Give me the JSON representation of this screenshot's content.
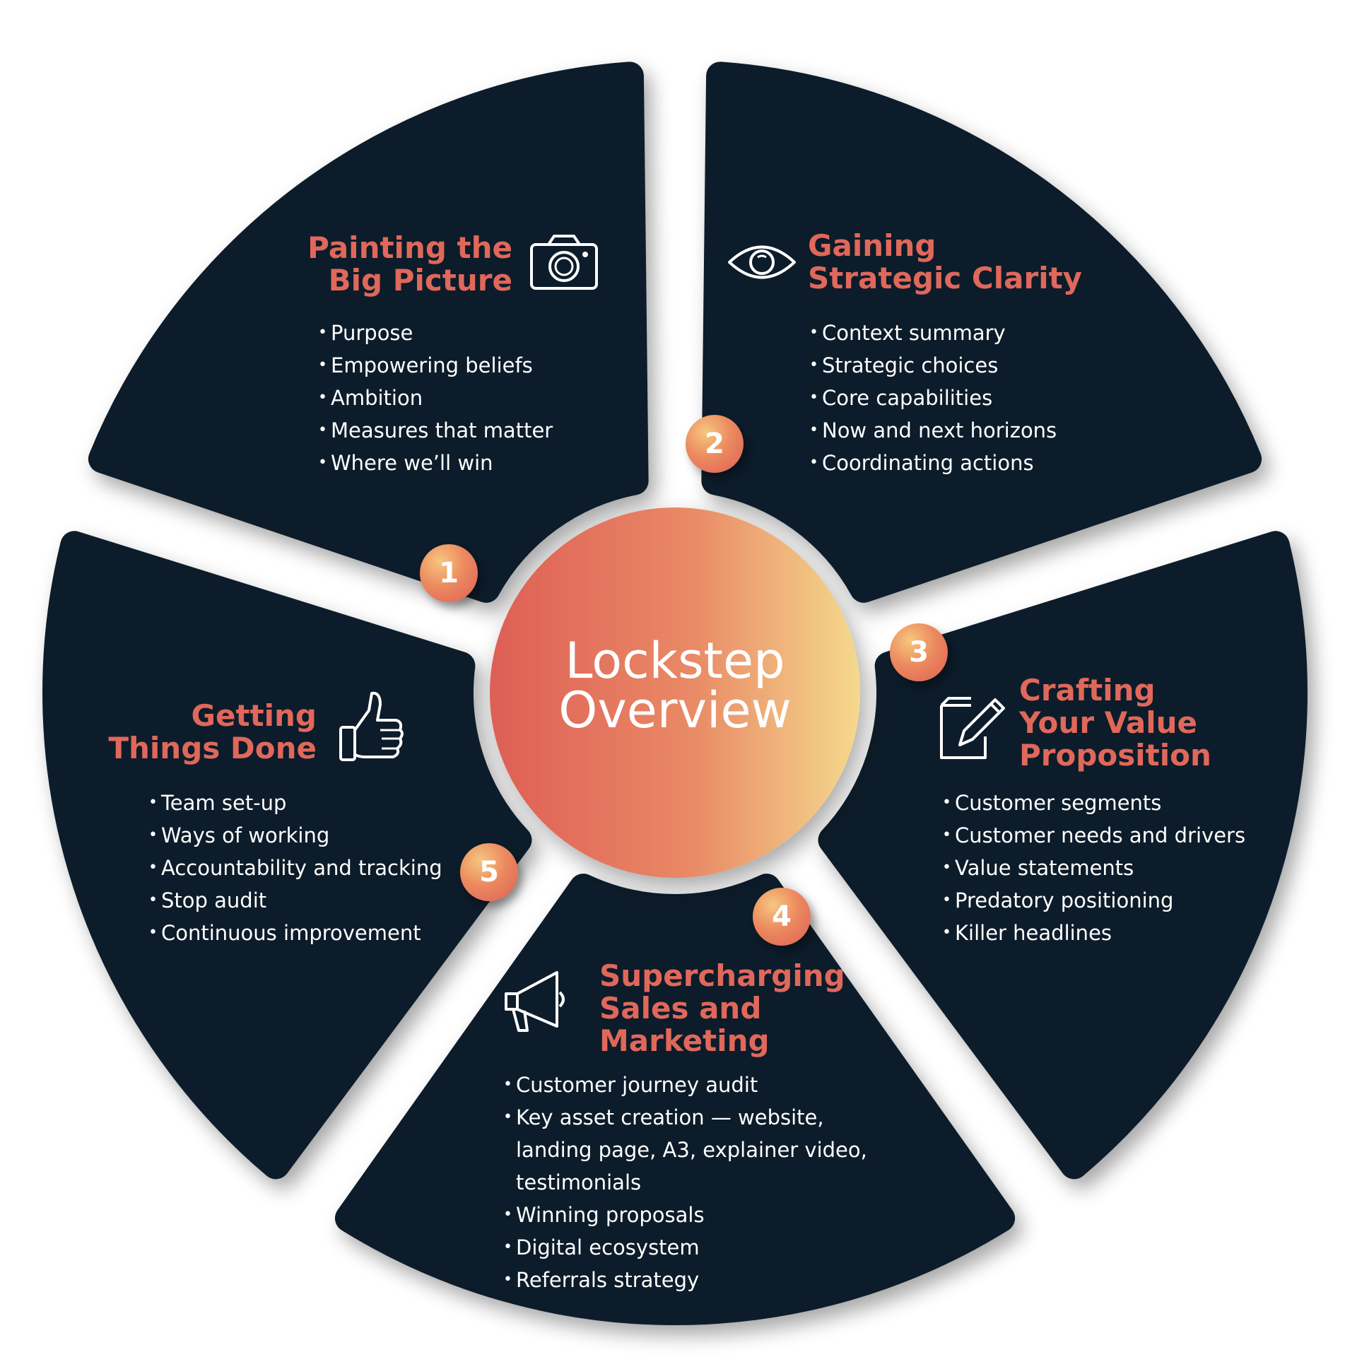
{
  "center": {
    "line1": "Lockstep",
    "line2": "Overview"
  },
  "colors": {
    "panel": "#0b1f2c",
    "accent": "#e0685b",
    "gradient_start": "#de5e55",
    "gradient_end": "#f5d98d",
    "text": "#ffffff"
  },
  "segments": [
    {
      "number": "1",
      "title_line1": "Painting the",
      "title_line2": "Big Picture",
      "icon": "camera-icon",
      "bullets": [
        "Purpose",
        "Empowering beliefs",
        "Ambition",
        "Measures that matter",
        "Where we’ll win"
      ]
    },
    {
      "number": "2",
      "title_line1": "Gaining",
      "title_line2": "Strategic Clarity",
      "icon": "eye-icon",
      "bullets": [
        "Context summary",
        "Strategic choices",
        "Core capabilities",
        "Now and next horizons",
        "Coordinating actions"
      ]
    },
    {
      "number": "3",
      "title_line1": "Crafting",
      "title_line2": "Your Value",
      "title_line3": "Proposition",
      "icon": "document-pencil-icon",
      "bullets": [
        "Customer segments",
        "Customer needs and drivers",
        "Value statements",
        "Predatory positioning",
        "Killer headlines"
      ]
    },
    {
      "number": "4",
      "title_line1": "Supercharging",
      "title_line2": "Sales and",
      "title_line3": "Marketing",
      "icon": "megaphone-icon",
      "bullets": [
        "Customer journey audit",
        "Key asset creation — website, landing page, A3, explainer video, testimonials",
        "Winning proposals",
        "Digital ecosystem",
        "Referrals strategy"
      ]
    },
    {
      "number": "5",
      "title_line1": "Getting",
      "title_line2": "Things Done",
      "icon": "thumbs-up-icon",
      "bullets": [
        "Team set-up",
        "Ways of working",
        "Accountability and tracking",
        "Stop audit",
        "Continuous improvement"
      ]
    }
  ]
}
